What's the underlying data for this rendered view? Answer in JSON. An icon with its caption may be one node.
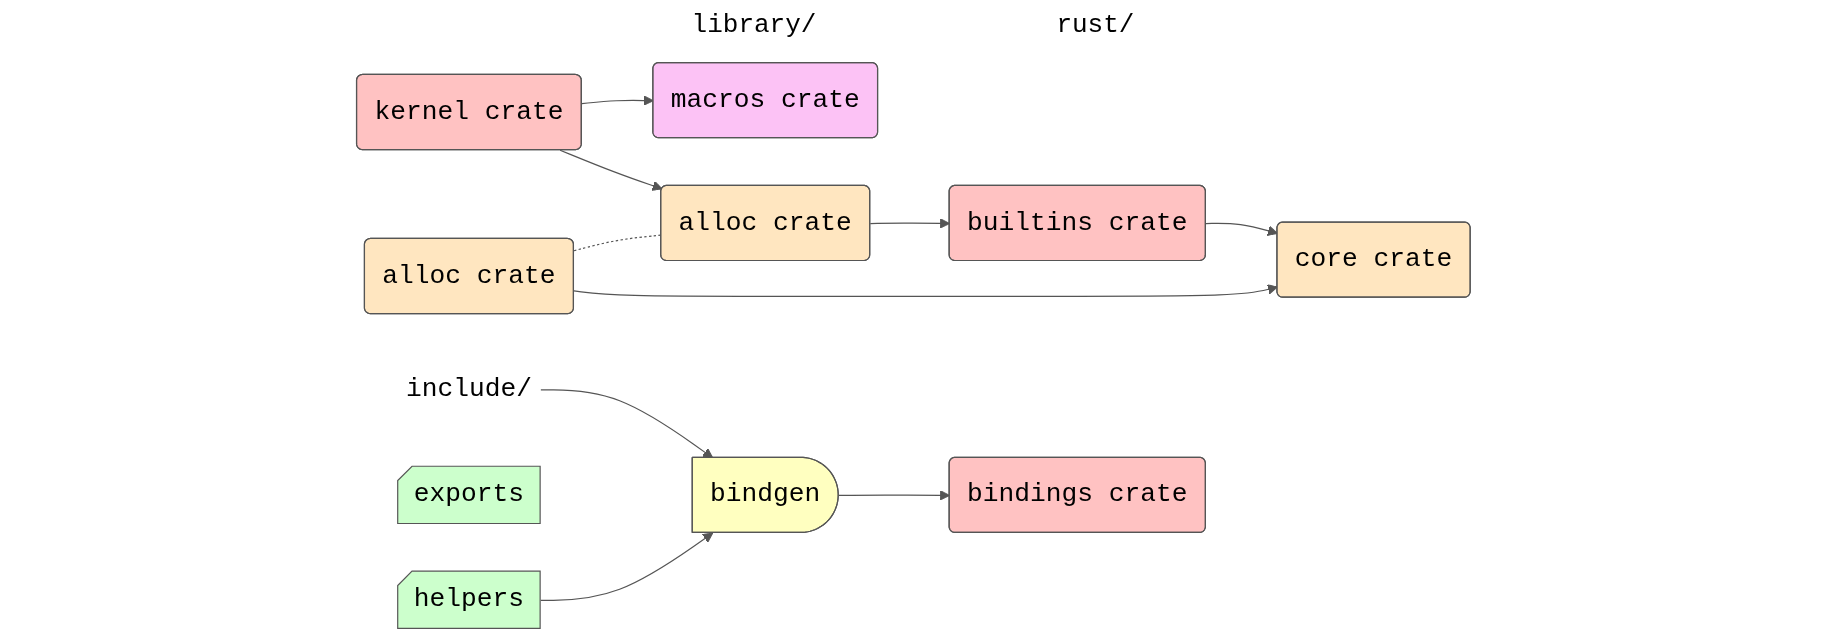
{
  "diagram": {
    "nodes": [
      {
        "text": [
          "include/"
        ]
      },
      {
        "text": [
          "core crate"
        ]
      },
      {
        "text": [
          "alloc crate"
        ]
      },
      {
        "text": [
          "alloc crate"
        ]
      },
      {
        "text": [
          "kernel crate"
        ]
      },
      {
        "text": [
          "macros crate"
        ]
      },
      {
        "text": [
          "builtins crate"
        ]
      },
      {
        "text": [
          "exports"
        ]
      },
      {
        "text": [
          "helpers"
        ]
      },
      {
        "text": [
          "bindgen"
        ]
      },
      {
        "text": [
          "bindings crate"
        ]
      }
    ],
    "edges": [
      {
        "from": 2,
        "to": 1,
        "arrow": "to"
      },
      {
        "from": 2,
        "to": 3,
        "arrow": "none",
        "style": "dashed"
      },
      {
        "from": 4,
        "to": 3,
        "arrow": "to"
      },
      {
        "from": 4,
        "to": 5,
        "arrow": "to"
      },
      {
        "from": 3,
        "to": 6,
        "arrow": "to"
      },
      {
        "from": 6,
        "to": 1,
        "arrow": "to"
      },
      {
        "from": 8,
        "to": 9,
        "arrow": "to"
      },
      {
        "from": 0,
        "to": 9,
        "arrow": "to"
      },
      {
        "from": 9,
        "to": 10,
        "arrow": "to"
      }
    ],
    "labels": [
      "library/",
      "rust/"
    ]
  }
}
